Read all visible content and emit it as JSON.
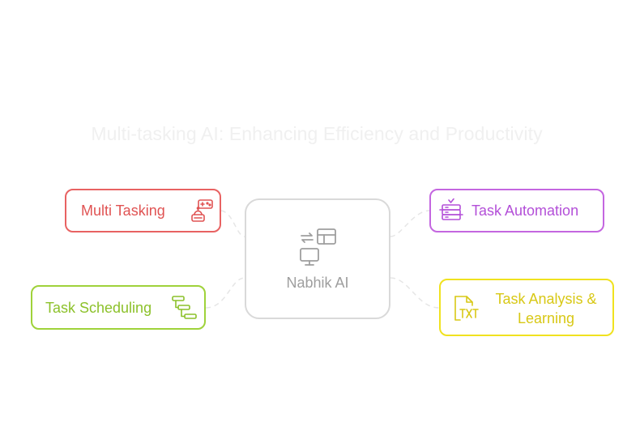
{
  "diagram": {
    "title": "Multi-tasking AI: Enhancing Efficiency and Productivity",
    "center": {
      "label": "Nabhik AI",
      "icon": "ai-workflow-icon",
      "color": "#d9d9d9"
    },
    "nodes": {
      "multi_tasking": {
        "label": "Multi Tasking",
        "icon": "robot-gamepad-icon",
        "color": "#e86262"
      },
      "task_automation": {
        "label": "Task Automation",
        "icon": "automation-server-icon",
        "color": "#c466e0"
      },
      "task_scheduling": {
        "label": "Task Scheduling",
        "icon": "gantt-schedule-icon",
        "color": "#9fd23a"
      },
      "task_analysis": {
        "label": "Task Analysis & Learning",
        "icon": "txt-document-icon",
        "color": "#f0e21f"
      }
    }
  }
}
